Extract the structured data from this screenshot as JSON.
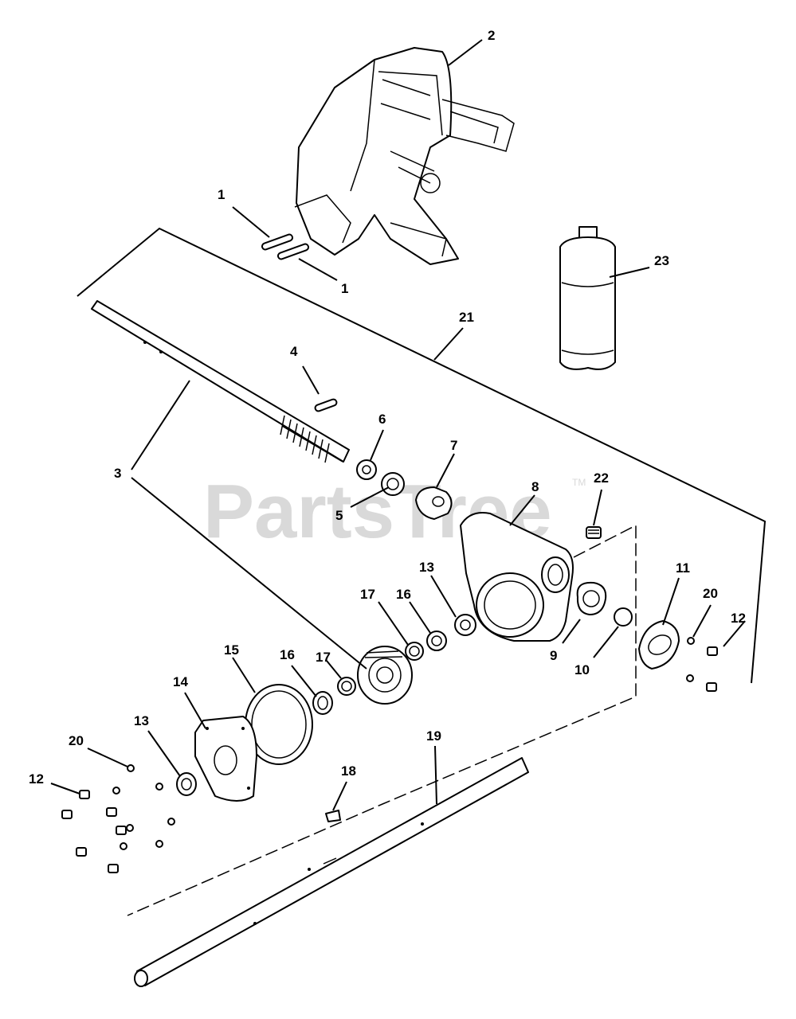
{
  "watermark": {
    "text": "PartsTree",
    "trademark": "TM"
  },
  "callouts": [
    "1",
    "1",
    "2",
    "3",
    "4",
    "5",
    "6",
    "7",
    "8",
    "9",
    "10",
    "11",
    "12",
    "12",
    "13",
    "13",
    "14",
    "15",
    "16",
    "16",
    "17",
    "17",
    "18",
    "19",
    "20",
    "20",
    "21",
    "22",
    "23"
  ]
}
